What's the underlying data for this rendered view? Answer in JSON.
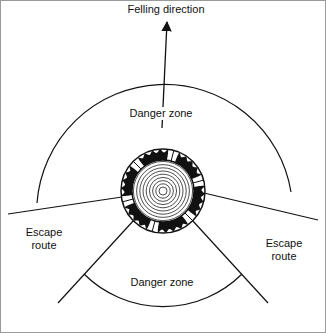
{
  "diagram": {
    "labels": [
      "Felling direction",
      "Danger zone",
      "Escape route",
      "Escape route",
      "Danger zone"
    ]
  }
}
